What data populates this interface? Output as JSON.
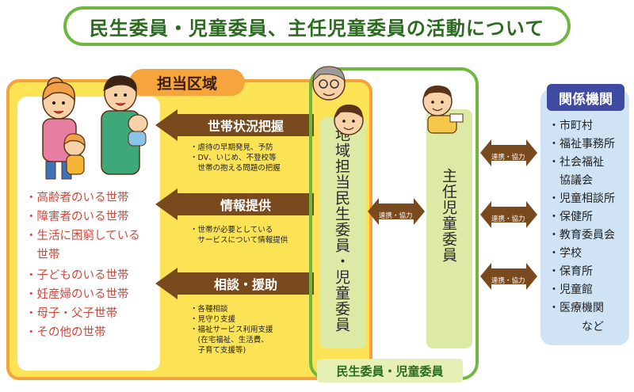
{
  "title": "民生委員・児童委員、主任児童委員の活動について",
  "area": {
    "tab_label": "担当区域",
    "households": [
      "・高齢者のいる世帯",
      "・障害者のいる世帯",
      "・生活に困窮している",
      "　世帯",
      "・子どものいる世帯",
      "・妊産婦のいる世帯",
      "・母子・父子世帯",
      "・その他の世帯"
    ]
  },
  "actions": [
    {
      "label": "世帯状況把握",
      "details": [
        "・虐待の早期発見、予防",
        "・DV、いじめ、不登校等",
        "　世帯の抱える問題の把握"
      ]
    },
    {
      "label": "情報提供",
      "details": [
        "・世帯が必要としている",
        "　サービスについて情報提供"
      ]
    },
    {
      "label": "相談・援助",
      "details": [
        "・各種相談",
        "・見守り支援",
        "・福祉サービス利用支援",
        "　(在宅福祉、生活費、",
        "　子育て支援等)"
      ]
    }
  ],
  "commissioners": {
    "district_label": "地域担当民生委員・児童委員",
    "chief_label": "主任児童委員",
    "inner_link_label": "連携・協力",
    "band_label": "民生委員・児童委員"
  },
  "related_orgs": {
    "tab_label": "関係機関",
    "items": [
      "・市町村",
      "・福祉事務所",
      "・社会福祉",
      "　協議会",
      "・児童相談所",
      "・保健所",
      "・教育委員会",
      "・学校",
      "・保育所",
      "・児童館",
      "・医療機関",
      "　　　など"
    ],
    "link_labels": [
      "連携・協力",
      "連携・協力",
      "連携・協力"
    ]
  },
  "colors": {
    "title_green": "#6fb83f",
    "area_yellow": "#fce356",
    "area_orange": "#f3a33a",
    "arrow_brown": "#7a4a1f",
    "household_red": "#d2483a",
    "orgs_blue": "#3f4aa3",
    "orgs_light_blue": "#cfe3f5"
  }
}
